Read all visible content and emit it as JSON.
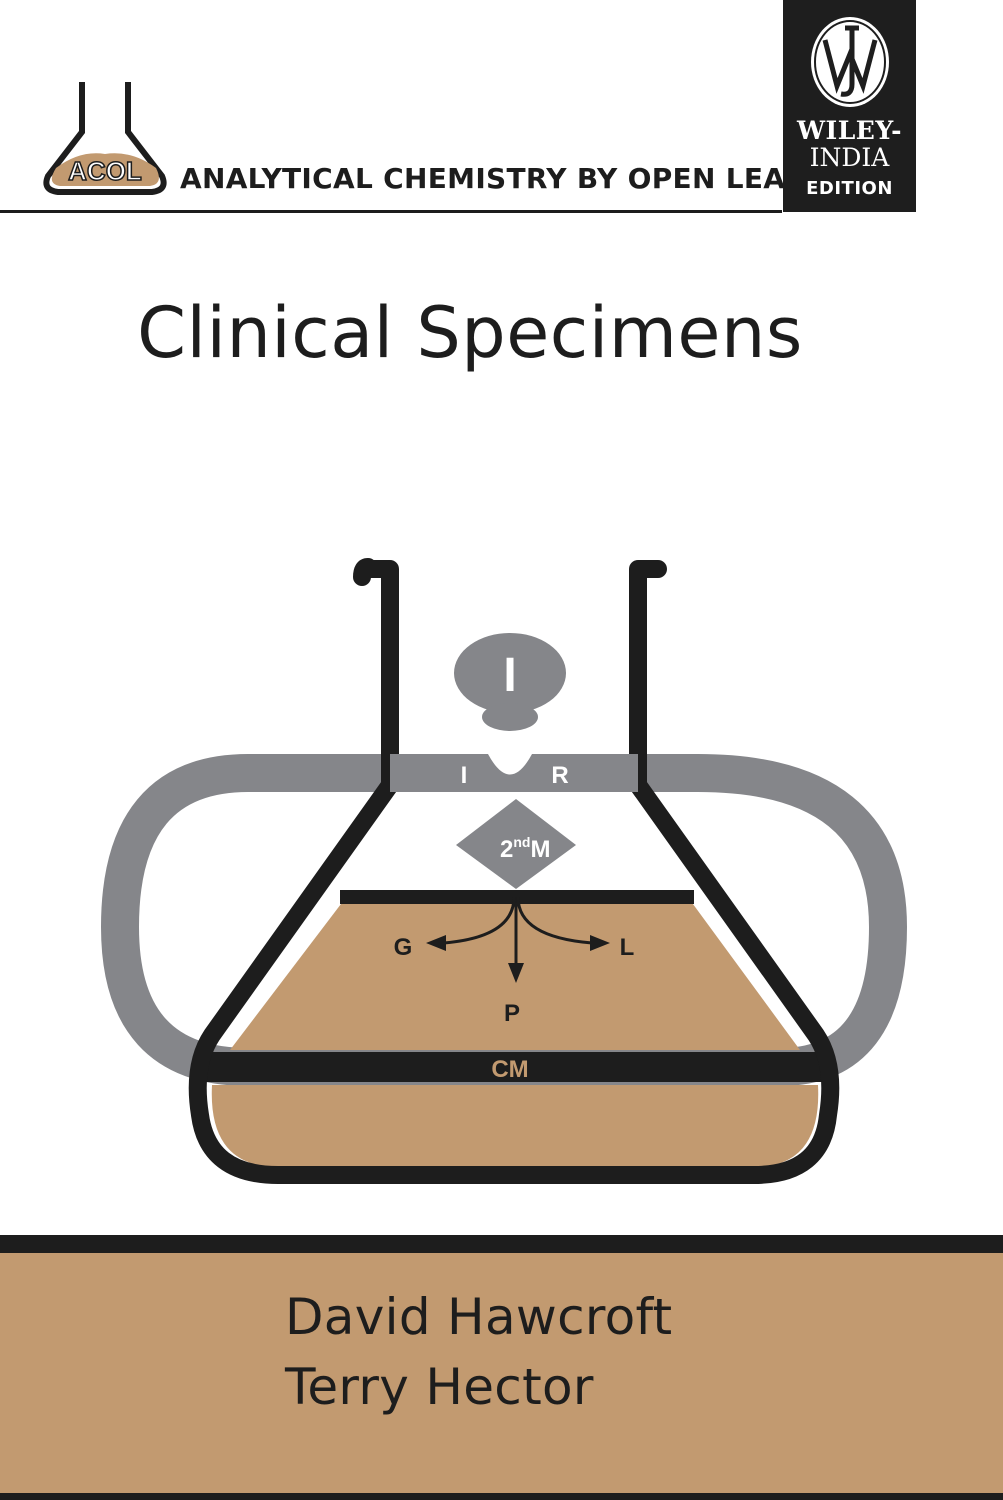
{
  "series": {
    "logo_text": "ACOL",
    "title": "ANALYTICAL CHEMISTRY BY OPEN LEARNING"
  },
  "publisher": {
    "line1": "WILEY-",
    "line2": "INDIA",
    "line3": "EDITION"
  },
  "book": {
    "title": "Clinical Specimens"
  },
  "illustration": {
    "labels": {
      "top_bulb": "I",
      "ring_left": "I",
      "ring_right": "R",
      "diamond_main": "2",
      "diamond_sup": "nd",
      "diamond_tail": "M",
      "left_arrow": "G",
      "right_arrow": "L",
      "down_arrow": "P",
      "base_band": "CM"
    }
  },
  "authors": [
    "David Hawcroft",
    "Terry Hector"
  ],
  "colors": {
    "tan": "#c29a70",
    "gray": "#85868a",
    "ink": "#1d1d1d"
  }
}
